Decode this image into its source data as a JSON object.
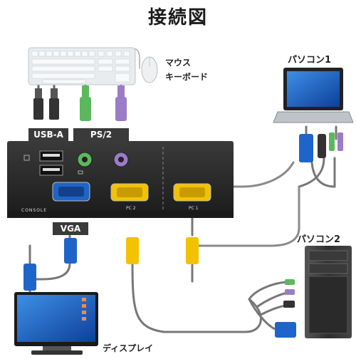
{
  "title": "接続図",
  "labels": {
    "mouse": "マウス",
    "keyboard": "キーボード",
    "pc1": "パソコン1",
    "pc2": "パソコン2",
    "display": "ディスプレイ"
  },
  "tags": {
    "usb_a": "USB-A",
    "ps2": "PS/2",
    "vga": "VGA"
  },
  "ports": {
    "console": "CONSOLE",
    "pc2": "PC 2",
    "pc1": "PC 1"
  },
  "colors": {
    "vga_blue": "#1f64c8",
    "vga_yellow": "#f2c200",
    "ps2_green": "#5cb85c",
    "ps2_purple": "#9b7cc7",
    "kvm_body": "#2b2b2b",
    "cable_gray": "#777777"
  }
}
